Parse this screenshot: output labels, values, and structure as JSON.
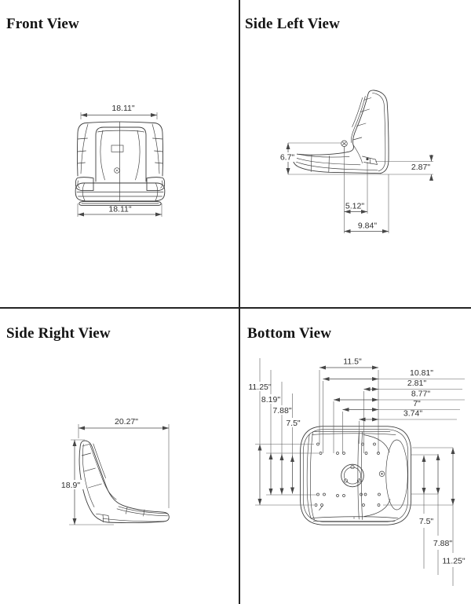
{
  "colors": {
    "background": "#ffffff",
    "drawing_line": "#3d3d3d",
    "dimension_line": "#4a4a4a",
    "text": "#2e2e2e",
    "title": "#141414",
    "divider": "#242424"
  },
  "views": {
    "front": {
      "title": "Front View",
      "dims": {
        "top_width": "18.11\"",
        "bottom_width": "18.11\""
      }
    },
    "side_left": {
      "title": "Side Left View",
      "dims": {
        "cushion_height": "6.7\"",
        "rear_mount_height": "2.87\"",
        "knob_to_mount": "5.12\"",
        "knob_to_back": "9.84\""
      }
    },
    "side_right": {
      "title": "Side Right View",
      "dims": {
        "overall_depth": "20.27\"",
        "overall_height": "18.9\""
      }
    },
    "bottom": {
      "title": "Bottom View",
      "dims": {
        "top_width": "11.5\"",
        "right_stack": [
          "10.81\"",
          "2.81\"",
          "8.77\"",
          "7\"",
          "3.74\""
        ],
        "left_stack": [
          "11.25\"",
          "8.19\"",
          "7.88\"",
          "7.5\""
        ],
        "bottom_stack": [
          "7.5\"",
          "7.88\"",
          "11.25\""
        ]
      }
    }
  }
}
